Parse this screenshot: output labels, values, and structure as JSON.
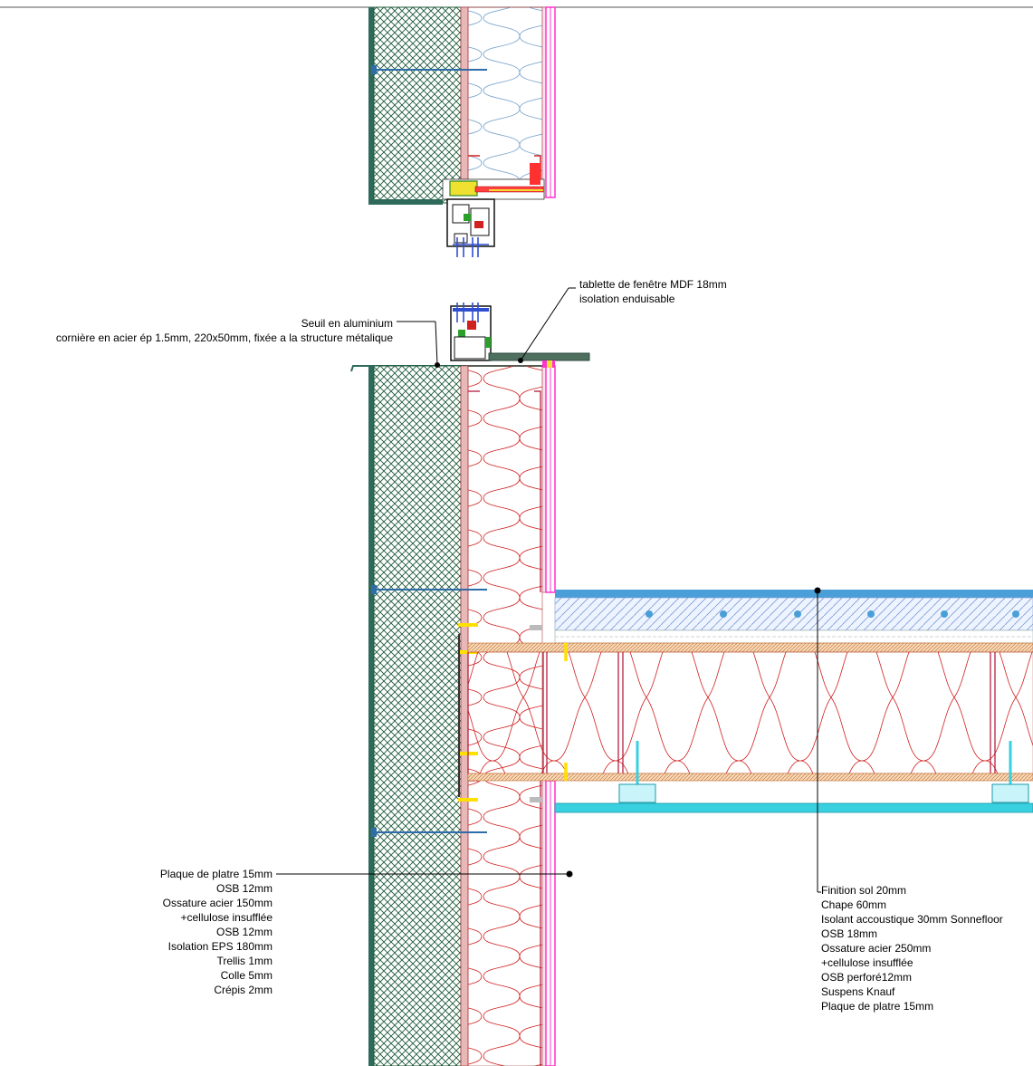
{
  "annotations": {
    "seuil": {
      "line1": "Seuil en aluminium",
      "line2": "cornière en acier ép 1.5mm, 220x50mm, fixée a la structure métalique"
    },
    "tablette": {
      "line1": "tablette de fenêtre MDF 18mm",
      "line2": "isolation enduisable"
    },
    "wall_layers": [
      "Plaque de platre 15mm",
      "OSB 12mm",
      "Ossature acier 150mm",
      "+cellulose insufflée",
      "OSB 12mm",
      "Isolation EPS 180mm",
      "Trellis 1mm",
      "Colle 5mm",
      "Crépis 2mm"
    ],
    "floor_layers": [
      "Finition sol 20mm",
      "Chape 60mm",
      "Isolant accoustique 30mm Sonnefloor",
      "OSB 18mm",
      "Ossature acier 250mm",
      "+cellulose insufflée",
      "OSB perforé12mm",
      "Suspens Knauf",
      "Plaque de platre 15mm"
    ]
  },
  "colors": {
    "eps_hatch": "#1e5a3a",
    "insulation_curve": "#d02020",
    "wall_insulation_curve": "#7fa8cf",
    "plaster": "#ff33cc",
    "floor_finish": "#4a9fd8",
    "ceiling": "#39d0e0",
    "anchor": "#2f6da8",
    "fixing": "#ffe000"
  }
}
